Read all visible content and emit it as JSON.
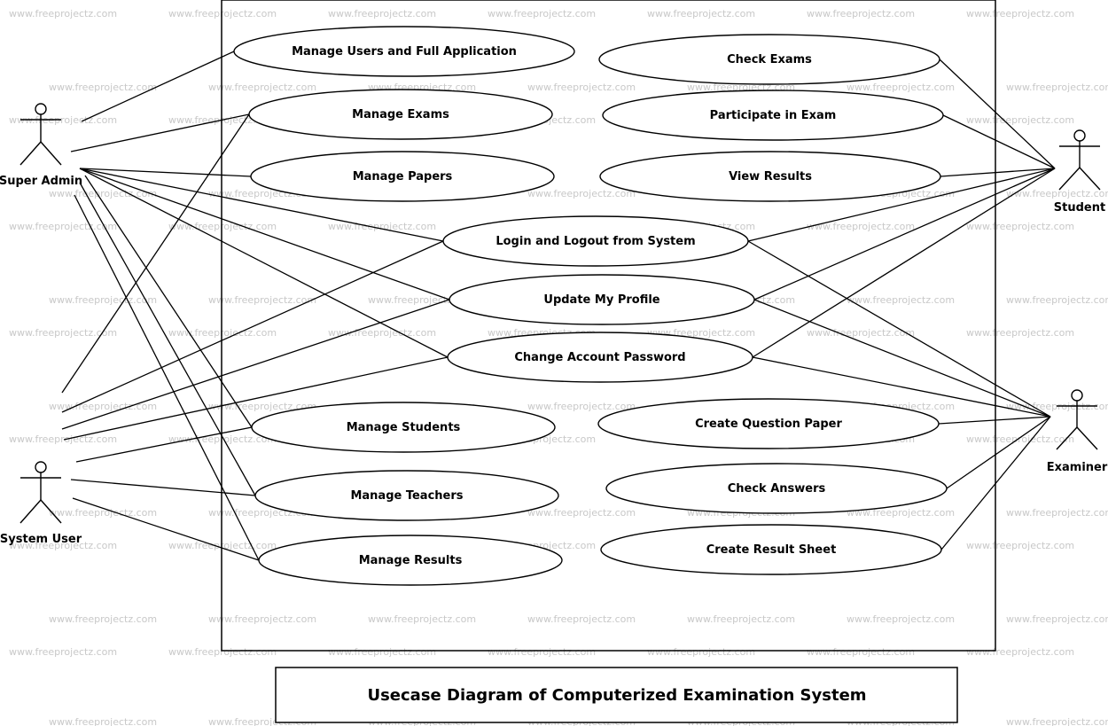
{
  "watermark": "www.freeprojectz.com",
  "title": "Usecase Diagram of Computerized Examination System",
  "actors": [
    {
      "id": "super_admin",
      "label": "Super Admin"
    },
    {
      "id": "system_user",
      "label": "System User"
    },
    {
      "id": "student",
      "label": "Student"
    },
    {
      "id": "examiner",
      "label": "Examiner"
    }
  ],
  "use_cases": [
    {
      "id": "manage_users",
      "label": "Manage Users and Full Application"
    },
    {
      "id": "manage_exams",
      "label": "Manage Exams"
    },
    {
      "id": "manage_papers",
      "label": "Manage Papers"
    },
    {
      "id": "login_logout",
      "label": "Login and Logout from System"
    },
    {
      "id": "update_profile",
      "label": "Update My Profile"
    },
    {
      "id": "change_password",
      "label": "Change Account Password"
    },
    {
      "id": "manage_students",
      "label": "Manage Students"
    },
    {
      "id": "manage_teachers",
      "label": "Manage Teachers"
    },
    {
      "id": "manage_results",
      "label": "Manage Results"
    },
    {
      "id": "check_exams",
      "label": "Check Exams"
    },
    {
      "id": "participate_exam",
      "label": "Participate in Exam"
    },
    {
      "id": "view_results",
      "label": "View Results"
    },
    {
      "id": "create_question_paper",
      "label": "Create Question Paper"
    },
    {
      "id": "check_answers",
      "label": "Check Answers"
    },
    {
      "id": "create_result_sheet",
      "label": "Create Result Sheet"
    }
  ],
  "associations": [
    [
      "super_admin",
      "manage_users"
    ],
    [
      "super_admin",
      "manage_exams"
    ],
    [
      "super_admin",
      "manage_papers"
    ],
    [
      "super_admin",
      "login_logout"
    ],
    [
      "super_admin",
      "update_profile"
    ],
    [
      "super_admin",
      "change_password"
    ],
    [
      "super_admin",
      "manage_students"
    ],
    [
      "super_admin",
      "manage_teachers"
    ],
    [
      "super_admin",
      "manage_results"
    ],
    [
      "system_user",
      "manage_exams"
    ],
    [
      "system_user",
      "login_logout"
    ],
    [
      "system_user",
      "update_profile"
    ],
    [
      "system_user",
      "change_password"
    ],
    [
      "system_user",
      "manage_students"
    ],
    [
      "system_user",
      "manage_teachers"
    ],
    [
      "system_user",
      "manage_results"
    ],
    [
      "student",
      "check_exams"
    ],
    [
      "student",
      "participate_exam"
    ],
    [
      "student",
      "view_results"
    ],
    [
      "student",
      "login_logout"
    ],
    [
      "student",
      "update_profile"
    ],
    [
      "student",
      "change_password"
    ],
    [
      "examiner",
      "login_logout"
    ],
    [
      "examiner",
      "update_profile"
    ],
    [
      "examiner",
      "change_password"
    ],
    [
      "examiner",
      "create_question_paper"
    ],
    [
      "examiner",
      "check_answers"
    ],
    [
      "examiner",
      "create_result_sheet"
    ]
  ]
}
